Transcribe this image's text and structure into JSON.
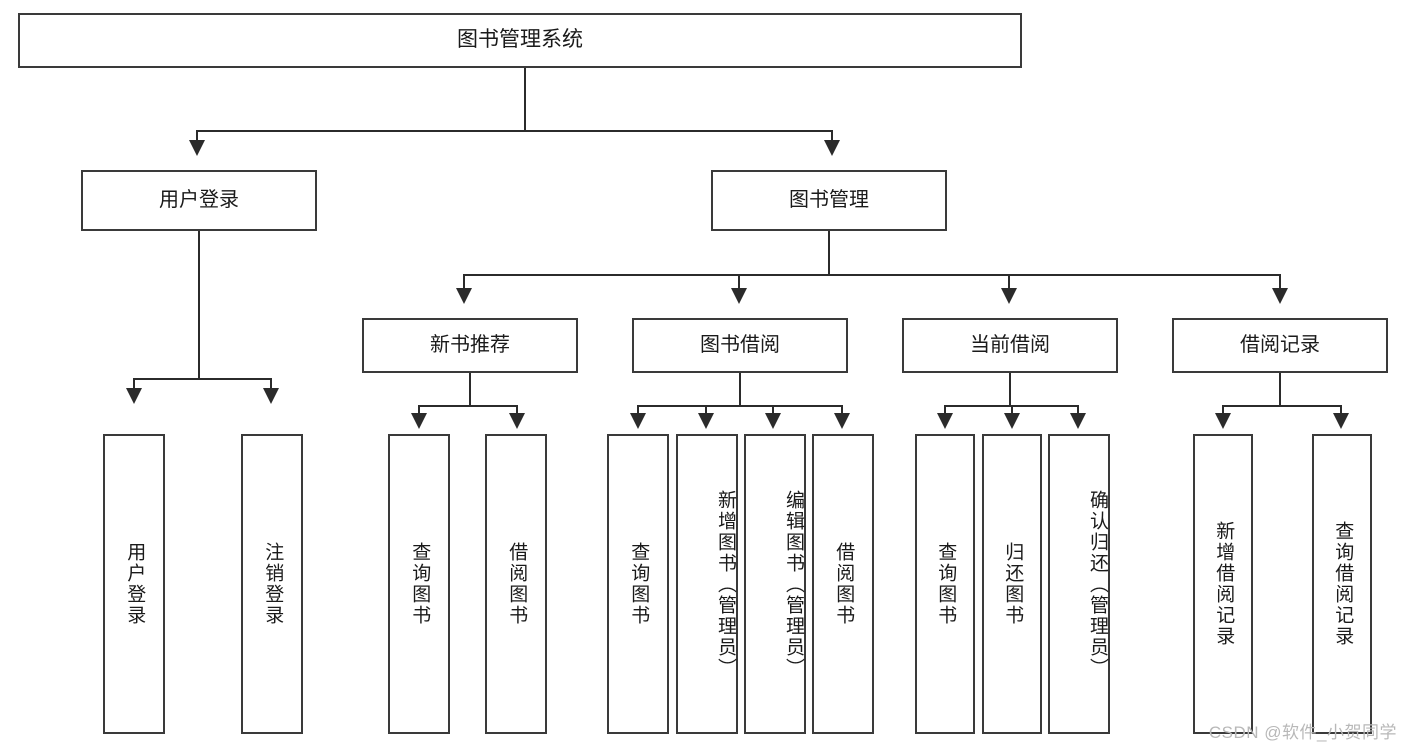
{
  "diagram": {
    "title": "图书管理系统",
    "type": "tree-hierarchy",
    "root": {
      "label": "图书管理系统"
    },
    "level2": [
      {
        "label": "用户登录"
      },
      {
        "label": "图书管理"
      }
    ],
    "level3": [
      {
        "label": "新书推荐"
      },
      {
        "label": "图书借阅"
      },
      {
        "label": "当前借阅"
      },
      {
        "label": "借阅记录"
      }
    ],
    "leaves": {
      "user_login": [
        {
          "label": "用户登录"
        },
        {
          "label": "注销登录"
        }
      ],
      "new_book_recommend": [
        {
          "label": "查询图书"
        },
        {
          "label": "借阅图书"
        }
      ],
      "book_borrow": [
        {
          "label": "查询图书"
        },
        {
          "label": "新增图书（管理员）"
        },
        {
          "label": "编辑图书（管理员）"
        },
        {
          "label": "借阅图书"
        }
      ],
      "current_borrow": [
        {
          "label": "查询图书"
        },
        {
          "label": "归还图书"
        },
        {
          "label": "确认归还（管理员）"
        }
      ],
      "borrow_record": [
        {
          "label": "新增借阅记录"
        },
        {
          "label": "查询借阅记录"
        }
      ]
    }
  },
  "watermark": {
    "text": "CSDN @软件_小贺同学"
  },
  "colors": {
    "box_border": "#3a3a3a",
    "connector": "#2b2b2b",
    "text": "#1a1a1a",
    "background": "#ffffff",
    "watermark": "#b8b8b8"
  }
}
